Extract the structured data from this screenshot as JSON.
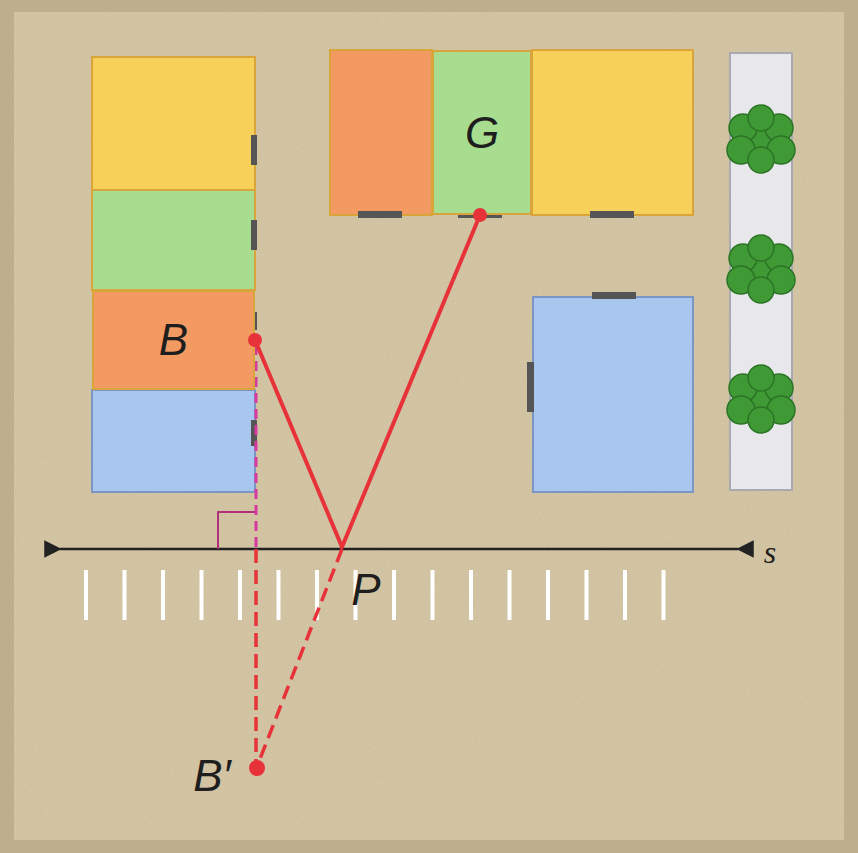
{
  "diagram": {
    "nodes": [
      {
        "text": [
          "G"
        ]
      },
      {
        "text": [
          "B"
        ]
      }
    ],
    "edges": [
      {
        "from": 1,
        "to": 0,
        "arrow": "none"
      }
    ],
    "labels": [
      "P",
      "B′",
      "s"
    ]
  }
}
